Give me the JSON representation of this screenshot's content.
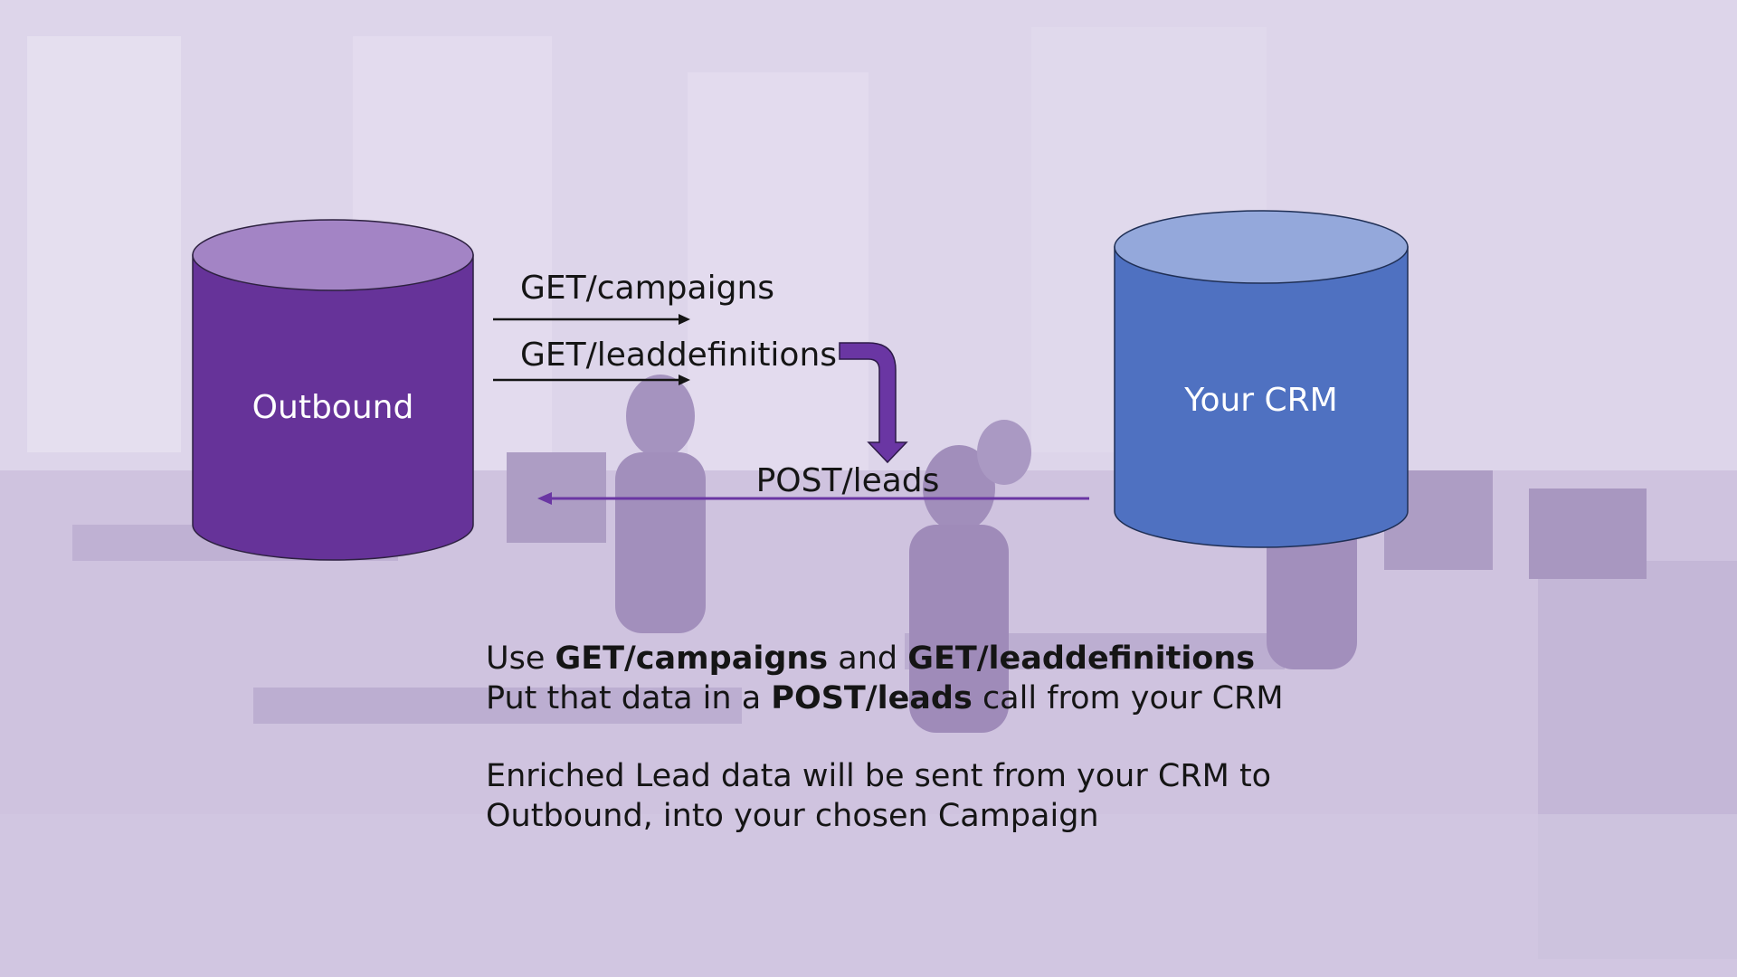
{
  "diagram": {
    "outbound_label": "Outbound",
    "crm_label": "Your CRM",
    "get_campaigns": "GET/campaigns",
    "get_leaddefinitions": "GET/leaddefinitions",
    "post_leads": "POST/leads"
  },
  "caption": {
    "line1_prefix": "Use ",
    "line1_bold1": "GET/campaigns",
    "line1_mid": " and ",
    "line1_bold2": "GET/leaddefinitions",
    "line2_prefix": "Put that data in a ",
    "line2_bold": "POST/leads",
    "line2_suffix": " call from your CRM",
    "line3": "Enriched Lead data will be sent from your CRM to",
    "line4": "Outbound, into your chosen Campaign"
  },
  "colors": {
    "outbound_body": "#663399",
    "outbound_top": "#a384c5",
    "crm_body": "#4f71c1",
    "crm_top": "#94a8db",
    "post_arrow": "#6a36a3",
    "text": "#151515"
  }
}
